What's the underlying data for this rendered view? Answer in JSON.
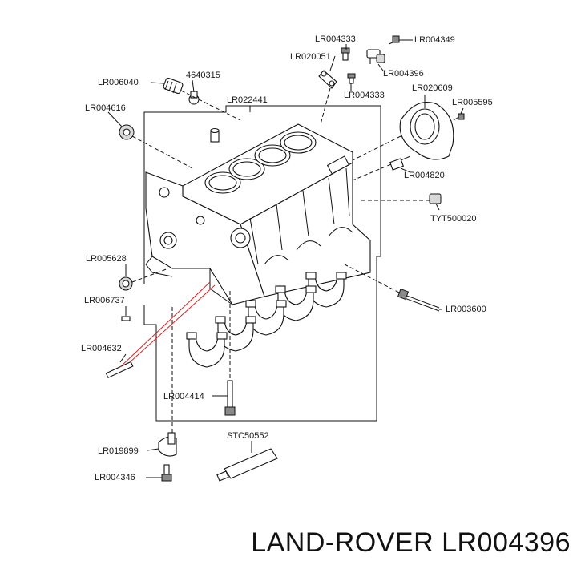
{
  "labels": {
    "lr004333_top": "LR004333",
    "lr004349": "LR004349",
    "lr020051": "LR020051",
    "lr004396": "LR004396",
    "lr006040": "LR006040",
    "p4640315": "4640315",
    "lr020609": "LR020609",
    "lr004333_mid": "LR004333",
    "lr022441": "LR022441",
    "lr004616": "LR004616",
    "lr005595": "LR005595",
    "lr004820": "LR004820",
    "tyt500020": "TYT500020",
    "lr005628": "LR005628",
    "lr006737": "LR006737",
    "lr003600": "LR003600",
    "lr004632": "LR004632",
    "lr004414": "LR004414",
    "stc50552": "STC50552",
    "lr019899": "LR019899",
    "lr004346": "LR004346"
  },
  "caption": "LAND-ROVER LR004396",
  "colors": {
    "line": "#111111",
    "highlight_leader": "#dd2222"
  }
}
